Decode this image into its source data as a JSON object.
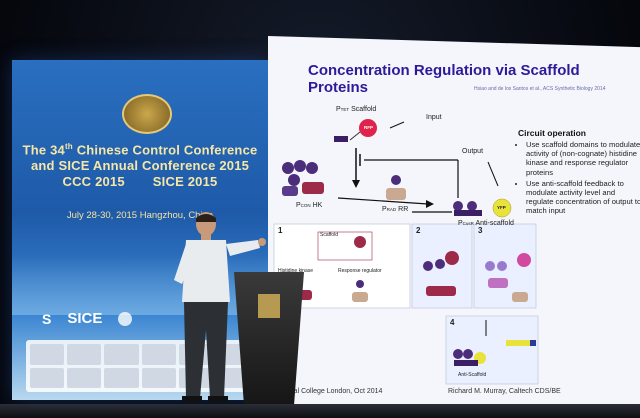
{
  "banner": {
    "line1_pre": "The 34",
    "line1_sup": "th",
    "line1_post": " Chinese Control Conference",
    "line2": "and SICE Annual Conference 2015",
    "line3_left": "CCC 2015",
    "line3_right": "SICE 2015",
    "date": "July 28-30, 2015   Hangzhou, China",
    "sponsor_sice": "SICE"
  },
  "slide": {
    "title": "Concentration Regulation via Scaffold Proteins",
    "citation": "Hsiao and de los Santos et al., ACS Synthetic Biology 2014",
    "labels": {
      "ptet_scaffold": "Scaffold",
      "ptet_prefix": "P",
      "input": "Input",
      "output": "Output",
      "rfp": "RFP",
      "yfp": "YFP",
      "hk": "HK",
      "rr": "RR",
      "anti_scaffold": "Anti-scaffold",
      "panel1": "1",
      "panel2": "2",
      "panel3": "3",
      "panel4": "4",
      "histidine_kinase": "Histidine kinase",
      "response_regulator": "Response regulator",
      "anti_scaffold_small": "Anti-Scaffold",
      "scaffold_small": "Scaffold"
    },
    "circuit_title": "Circuit operation",
    "bullets": [
      "Use scaffold domains to modulate activity of (non-cognate) histidine kinase and response regulator proteins",
      "Use anti-scaffold feedback to modulate activity level and regulate concentration of output to match input"
    ],
    "footer_left": "perial College London, Oct 2014",
    "footer_right": "Richard M. Murray, Caltech CDS/BE"
  },
  "colors": {
    "banner_blue": "#1e5aa8",
    "banner_text": "#f6e7a6",
    "slide_title": "#2b1b9a",
    "protein_purple": "#4b2d7a",
    "protein_red": "#9e2a4a",
    "rfp_red": "#e0234a",
    "yfp_yellow": "#e8e23a"
  }
}
